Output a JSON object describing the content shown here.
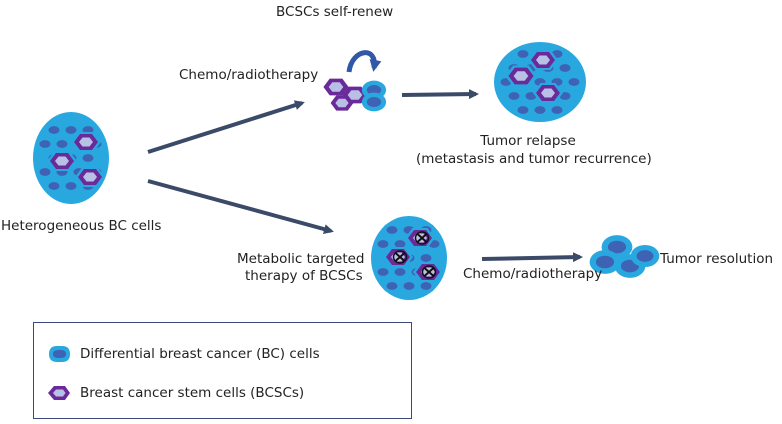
{
  "labels": {
    "self_renew": "BCSCs self-renew",
    "chemo_top": "Chemo/radiotherapy",
    "heterogeneous": "Heterogeneous BC cells",
    "relapse_title": "Tumor relapse",
    "relapse_detail": "(metastasis and tumor recurrence)",
    "metabolic_line1": "Metabolic targeted",
    "metabolic_line2": "therapy of BCSCs",
    "chemo_bottom": "Chemo/radiotherapy",
    "resolution": "Tumor resolution"
  },
  "legend": {
    "items": [
      {
        "label": "Differential breast cancer (BC) cells",
        "icon": "bc-cell-icon"
      },
      {
        "label": "Breast cancer stem cells (BCSCs)",
        "icon": "bcsc-cell-icon"
      }
    ]
  },
  "colors": {
    "bc_cell_outer": "#29a8e0",
    "bc_cell_inner": "#3f63b4",
    "bcsc_outer": "#6a2a9a",
    "bcsc_inner": "#b9c0e6",
    "arrow": "#3a4a68",
    "self_renew_arrow": "#2f58a8",
    "legend_border": "#3b4a78"
  }
}
